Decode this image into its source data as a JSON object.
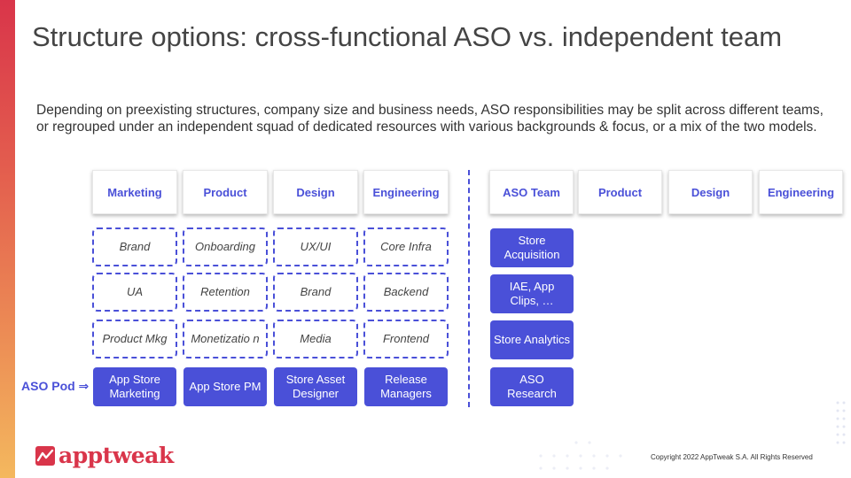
{
  "slide": {
    "title": "Structure options: cross-functional ASO vs. independent team",
    "intro": "Depending on preexisting structures, company size and business needs, ASO responsibilities may be split across different teams, or regrouped under an independent squad of dedicated resources with various backgrounds & focus, or a mix of the two models."
  },
  "left_model": {
    "columns": [
      {
        "header": "Marketing",
        "items": [
          "Brand",
          "UA",
          "Product Mkg"
        ],
        "pod": "App Store Marketing"
      },
      {
        "header": "Product",
        "items": [
          "Onboarding",
          "Retention",
          "Monetizatio n"
        ],
        "pod": "App Store PM"
      },
      {
        "header": "Design",
        "items": [
          "UX/UI",
          "Brand",
          "Media"
        ],
        "pod": "Store Asset Designer"
      },
      {
        "header": "Engineering",
        "items": [
          "Core Infra",
          "Backend",
          "Frontend"
        ],
        "pod": "Release Managers"
      }
    ],
    "pod_label": "ASO Pod ⇒"
  },
  "right_model": {
    "headers": [
      "ASO Team",
      "Product",
      "Design",
      "Engineering"
    ],
    "aso_items": [
      "Store Acquisition",
      "IAE, App Clips, …",
      "Store Analytics",
      "ASO Research"
    ]
  },
  "footer": {
    "logo_text": "apptweak",
    "copyright": "Copyright 2022 AppTweak S.A. All Rights Reserved"
  },
  "colors": {
    "primary": "#4a50d8",
    "brand_red": "#d9354a"
  }
}
